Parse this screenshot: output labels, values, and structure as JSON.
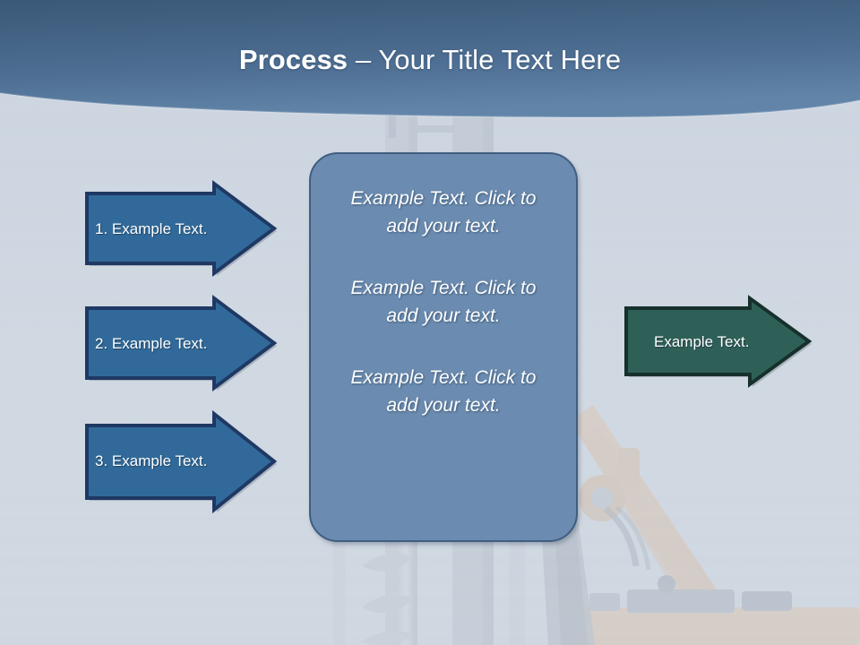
{
  "slide": {
    "background_color": "#ced6e0",
    "background_image_name": "drilling-rig-photo"
  },
  "header": {
    "title_bold": "Process",
    "title_rest": " – Your Title Text Here",
    "gradient_top": "#3c5b7b",
    "gradient_bottom": "#5e81a5"
  },
  "steps": {
    "fill_color": "#316a9a",
    "border_color": "#1f3864",
    "items": [
      {
        "label": "1. Example Text."
      },
      {
        "label": "2. Example Text."
      },
      {
        "label": "3. Example Text."
      }
    ]
  },
  "center_box": {
    "fill_color": "#6b8cb0",
    "border_color": "#3f5e80",
    "paragraphs": [
      {
        "text": "Example Text. Click  to add your text."
      },
      {
        "text": "Example Text. Click  to add your text."
      },
      {
        "text": "Example Text. Click  to add your text."
      }
    ]
  },
  "result": {
    "label": "Example Text.",
    "fill_color": "#2f6058",
    "border_color": "#16302c"
  }
}
